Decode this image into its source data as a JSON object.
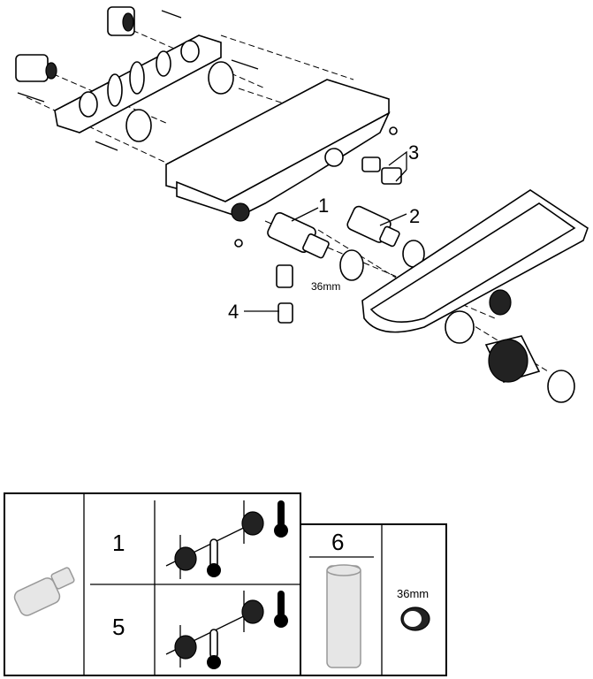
{
  "diagram": {
    "callouts": {
      "part_1": "1",
      "part_2": "2",
      "part_3": "3",
      "part_4": "4",
      "wrench_size": "36mm"
    },
    "table": {
      "row_1_number": "1",
      "row_5_number": "5",
      "tool_number": "6",
      "nut_size": "36mm"
    }
  }
}
